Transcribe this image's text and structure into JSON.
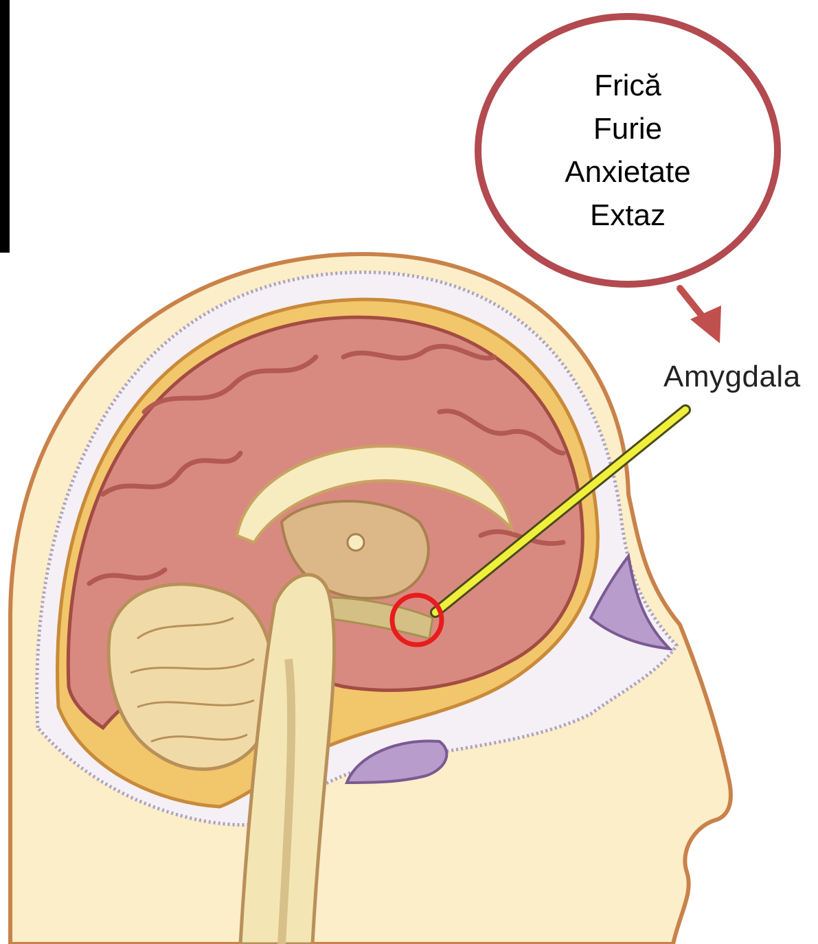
{
  "bubble": {
    "emotions": [
      "Frică",
      "Furie",
      "Anxietate",
      "Extaz"
    ],
    "border_color": "#b24a50"
  },
  "label": {
    "text": "Amygdala",
    "pointer_color": "#f0f03c"
  },
  "highlight_color": "#e81c1c",
  "arrow_color": "#c0504d"
}
